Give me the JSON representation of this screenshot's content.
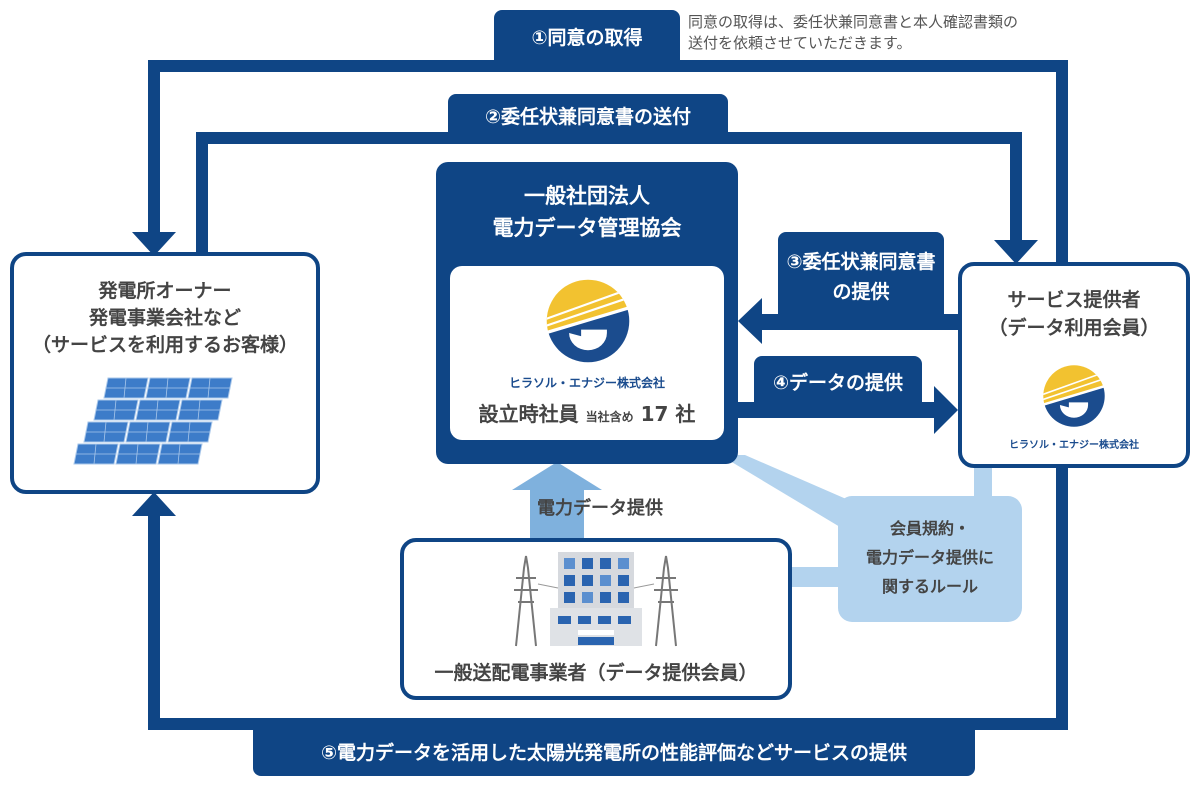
{
  "steps": {
    "step1": {
      "label": "①同意の取得",
      "note_line1": "同意の取得は、委任状兼同意書と本人確認書類の",
      "note_line2": "送付を依頼させていただきます。"
    },
    "step2": {
      "label": "②委任状兼同意書の送付"
    },
    "step3": {
      "line1": "③委任状兼同意書",
      "line2": "の提供"
    },
    "step4": {
      "label": "④データの提供"
    },
    "step5": {
      "label": "⑤電力データを活用した太陽光発電所の性能評価などサービスの提供"
    }
  },
  "owner_box": {
    "line1": "発電所オーナー",
    "line2": "発電事業会社など",
    "line3": "（サービスを利用するお客様）",
    "icon": "solar-panel-icon"
  },
  "association_box": {
    "line1": "一般社団法人",
    "line2": "電力データ管理協会",
    "company": "ヒラソル・エナジー株式会社",
    "members_label": "設立時社員",
    "members_note": "当社含め",
    "members_count": "17",
    "members_unit": "社"
  },
  "provider_box": {
    "line1": "サービス提供者",
    "line2": "（データ利用会員）",
    "company": "ヒラソル・エナジー株式会社"
  },
  "utility": {
    "arrow_label": "電力データ提供",
    "name": "一般送配電事業者（データ提供会員）",
    "icon": "building-with-power-towers-icon"
  },
  "rules": {
    "line1": "会員規約・",
    "line2": "電力データ提供に",
    "line3": "関するルール"
  },
  "colors": {
    "navy": "#0f4585",
    "light_blue": "#b3d3ee",
    "gold": "#f2c230",
    "text_gray": "#444444"
  }
}
